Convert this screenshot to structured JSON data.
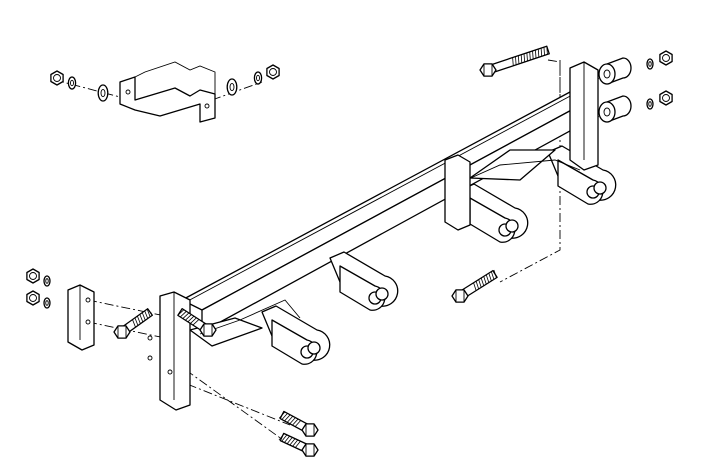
{
  "diagram": {
    "type": "exploded-assembly-line-drawing",
    "line_color": "#000000",
    "background_color": "#ffffff",
    "parts": [
      "main-beam",
      "end-plate",
      "mounting-lug",
      "bolt",
      "nut",
      "lock-washer",
      "flat-washer",
      "spacer",
      "clamp-bracket"
    ]
  }
}
